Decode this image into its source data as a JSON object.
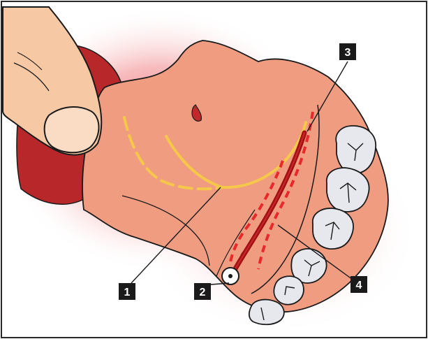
{
  "labels": {
    "l1": "1",
    "l2": "2",
    "l3": "3",
    "l4": "4"
  },
  "colors": {
    "frame": "#2a2a2a",
    "background": "#ffffff",
    "glow": "#e8404a",
    "palate_tissue": "#f09c80",
    "mucosa_dark": "#b8282a",
    "finger": "#f6c8a4",
    "nail": "#f9dcc3",
    "tooth": "#e7e8ee",
    "incision": "#a40f14",
    "dashed_red": "#e8282a",
    "yellow_line": "#f6c84a",
    "outline": "#1a1a1a"
  },
  "icons": {
    "finger": "finger-icon",
    "tooth": "tooth-icon"
  }
}
